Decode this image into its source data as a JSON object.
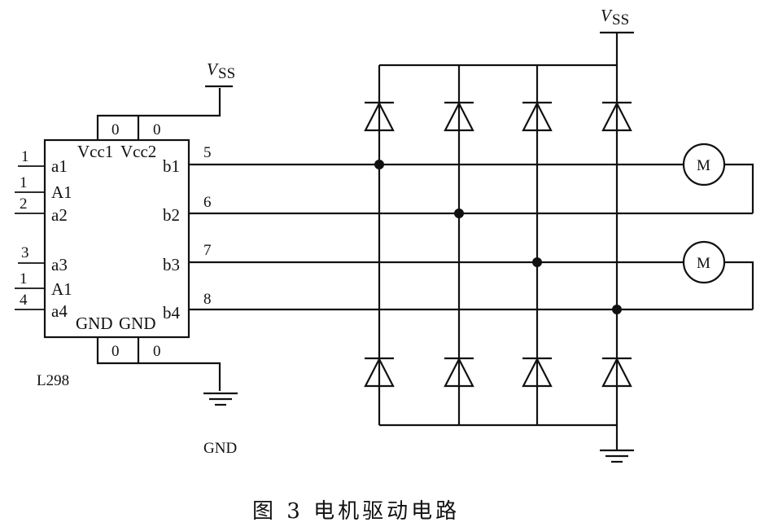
{
  "chip": {
    "name": "L298",
    "power_top_left": "Vcc1",
    "power_top_right": "Vcc2",
    "ground_left": "GND",
    "ground_right": "GND",
    "top_pin_left": "0",
    "top_pin_right": "0",
    "bottom_pin_left": "0",
    "bottom_pin_right": "0",
    "inputs": [
      {
        "label": "a1",
        "pin": "1"
      },
      {
        "label": "A1",
        "pin": "1"
      },
      {
        "label": "a2",
        "pin": "2"
      },
      {
        "label": "a3",
        "pin": "3"
      },
      {
        "label": "A1",
        "pin": "1"
      },
      {
        "label": "a4",
        "pin": "4"
      }
    ],
    "outputs": [
      {
        "label": "b1",
        "pin": "5"
      },
      {
        "label": "b2",
        "pin": "6"
      },
      {
        "label": "b3",
        "pin": "7"
      },
      {
        "label": "b4",
        "pin": "8"
      }
    ]
  },
  "supply": {
    "symbol": "V",
    "subscript": "SS"
  },
  "ground_label": "GND",
  "motor_label": "M",
  "caption": "图 3  电机驱动电路"
}
